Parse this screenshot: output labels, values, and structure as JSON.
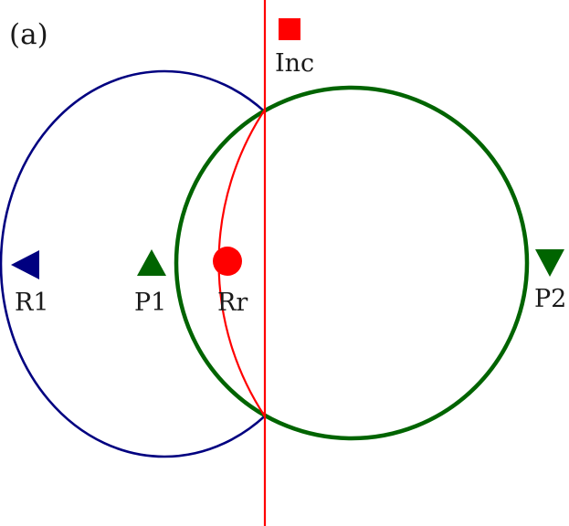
{
  "figure": {
    "panel_label": "(a)",
    "colors": {
      "blue": "#000080",
      "green": "#006400",
      "red": "#ff0000",
      "text": "#1a1a1a"
    },
    "markers": [
      {
        "id": "inc",
        "label": "Inc",
        "shape": "square",
        "color": "red"
      },
      {
        "id": "r1",
        "label": "R1",
        "shape": "triangle-left",
        "color": "blue"
      },
      {
        "id": "p1",
        "label": "P1",
        "shape": "triangle-up",
        "color": "green"
      },
      {
        "id": "rr",
        "label": "Rr",
        "shape": "circle",
        "color": "red"
      },
      {
        "id": "p2",
        "label": "P2",
        "shape": "triangle-down",
        "color": "green"
      }
    ],
    "curves": [
      {
        "id": "blue-ellipse",
        "color": "blue"
      },
      {
        "id": "green-circle",
        "color": "green"
      },
      {
        "id": "red-vertical-line",
        "color": "red"
      },
      {
        "id": "red-arc",
        "color": "red"
      }
    ]
  }
}
